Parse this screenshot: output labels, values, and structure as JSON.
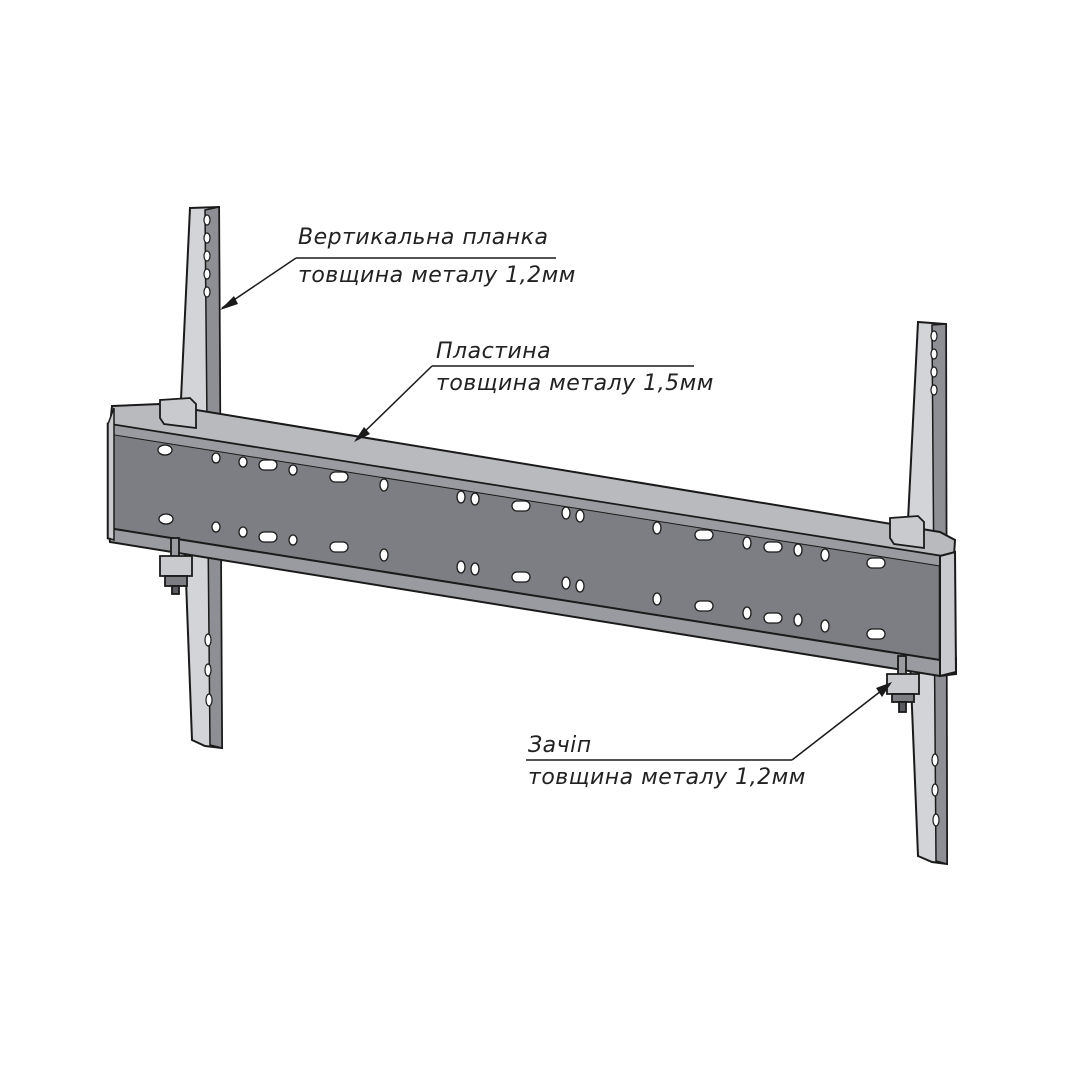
{
  "colors": {
    "background": "#ffffff",
    "outline": "#1a1a1a",
    "plate_face": "#7d7e83",
    "plate_top": "#9a9ba0",
    "plate_edge": "#c9cacd",
    "strip_light": "#d6d7da",
    "strip_shadow": "#8c8d92",
    "hole": "#ffffff"
  },
  "callouts": [
    {
      "name": "vertical-strip",
      "title": "Вертикальна планка",
      "detail": "товщина металу 1,2мм"
    },
    {
      "name": "plate",
      "title": "Пластина",
      "detail": "товщина металу 1,5мм"
    },
    {
      "name": "latch",
      "title": "Зачіп",
      "detail": "товщина металу 1,2мм"
    }
  ]
}
